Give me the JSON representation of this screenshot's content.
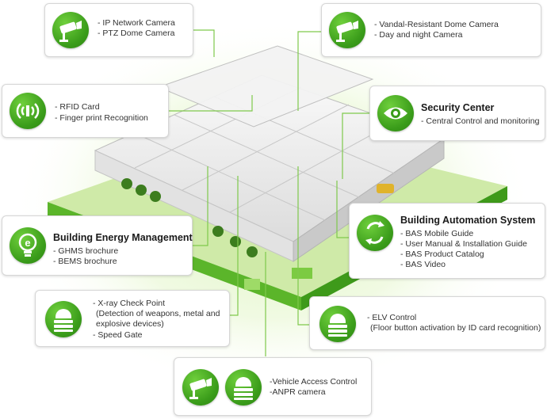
{
  "colors": {
    "accent": "#3a9c1a",
    "connector": "#7fc94c",
    "box_border": "#d6d6d6"
  },
  "boxes": {
    "camera_top_left": {
      "icon": "cctv-camera-icon",
      "items": [
        "- IP Network Camera",
        "- PTZ Dome Camera"
      ]
    },
    "camera_top_right": {
      "icon": "cctv-camera-icon",
      "items": [
        "- Vandal-Resistant Dome Camera",
        "- Day and night Camera"
      ]
    },
    "rfid": {
      "icon": "rfid-signal-icon",
      "items": [
        "- RFID Card",
        "- Finger print Recognition"
      ]
    },
    "security_center": {
      "icon": "eye-icon",
      "title": "Security Center",
      "items": [
        "- Central Control and monitoring"
      ]
    },
    "energy": {
      "icon": "energy-bulb-icon",
      "title": "Building Energy Management",
      "items": [
        "- GHMS brochure",
        "- BEMS brochure"
      ]
    },
    "automation": {
      "icon": "recycle-arrows-icon",
      "title": "Building Automation System",
      "items": [
        "- BAS Mobile Guide",
        "- User Manual & Installation Guide",
        "- BAS Product Catalog",
        "- BAS Video"
      ]
    },
    "xray": {
      "icon": "gate-icon",
      "items": [
        "- X-ray Check Point",
        "(Detection of weapons, metal and explosive devices)",
        "- Speed Gate"
      ]
    },
    "elv": {
      "icon": "gate-icon",
      "items": [
        "- ELV Control",
        "(Floor button activation by ID card recognition)"
      ]
    },
    "vehicle": {
      "icons": [
        "cctv-camera-icon",
        "gate-icon"
      ],
      "items": [
        "-Vehicle Access Control",
        "-ANPR camera"
      ]
    }
  }
}
